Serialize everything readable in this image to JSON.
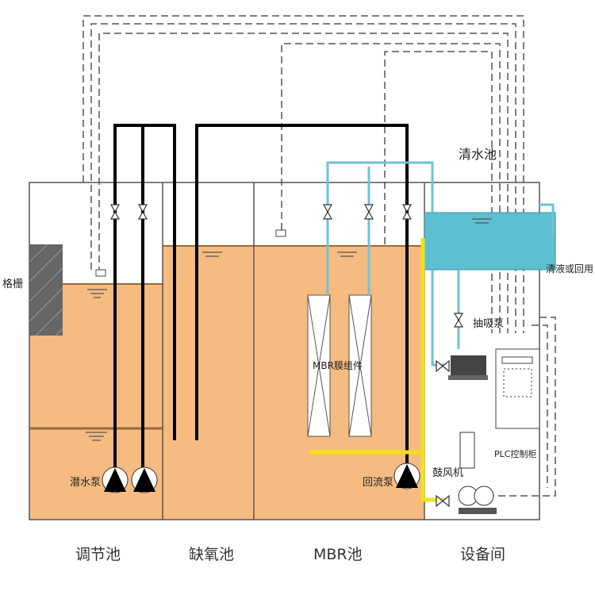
{
  "labels": {
    "screen": "格栅",
    "clear_tank": "清水池",
    "clear_out": "清液或回用",
    "suction_pump": "抽吸泵",
    "plc": "PLC控制柜",
    "blower": "鼓风机",
    "submersible_pump": "潜水泵",
    "return_pump": "回流泵",
    "membrane": "MBR膜组件"
  },
  "sections": [
    "调节池",
    "缺氧池",
    "MBR池",
    "设备间"
  ],
  "colors": {
    "sludge": "#f6bb80",
    "clear_water": "#5fbfd2",
    "air": "#f2e21a",
    "permeate": "#6cc3d5"
  }
}
